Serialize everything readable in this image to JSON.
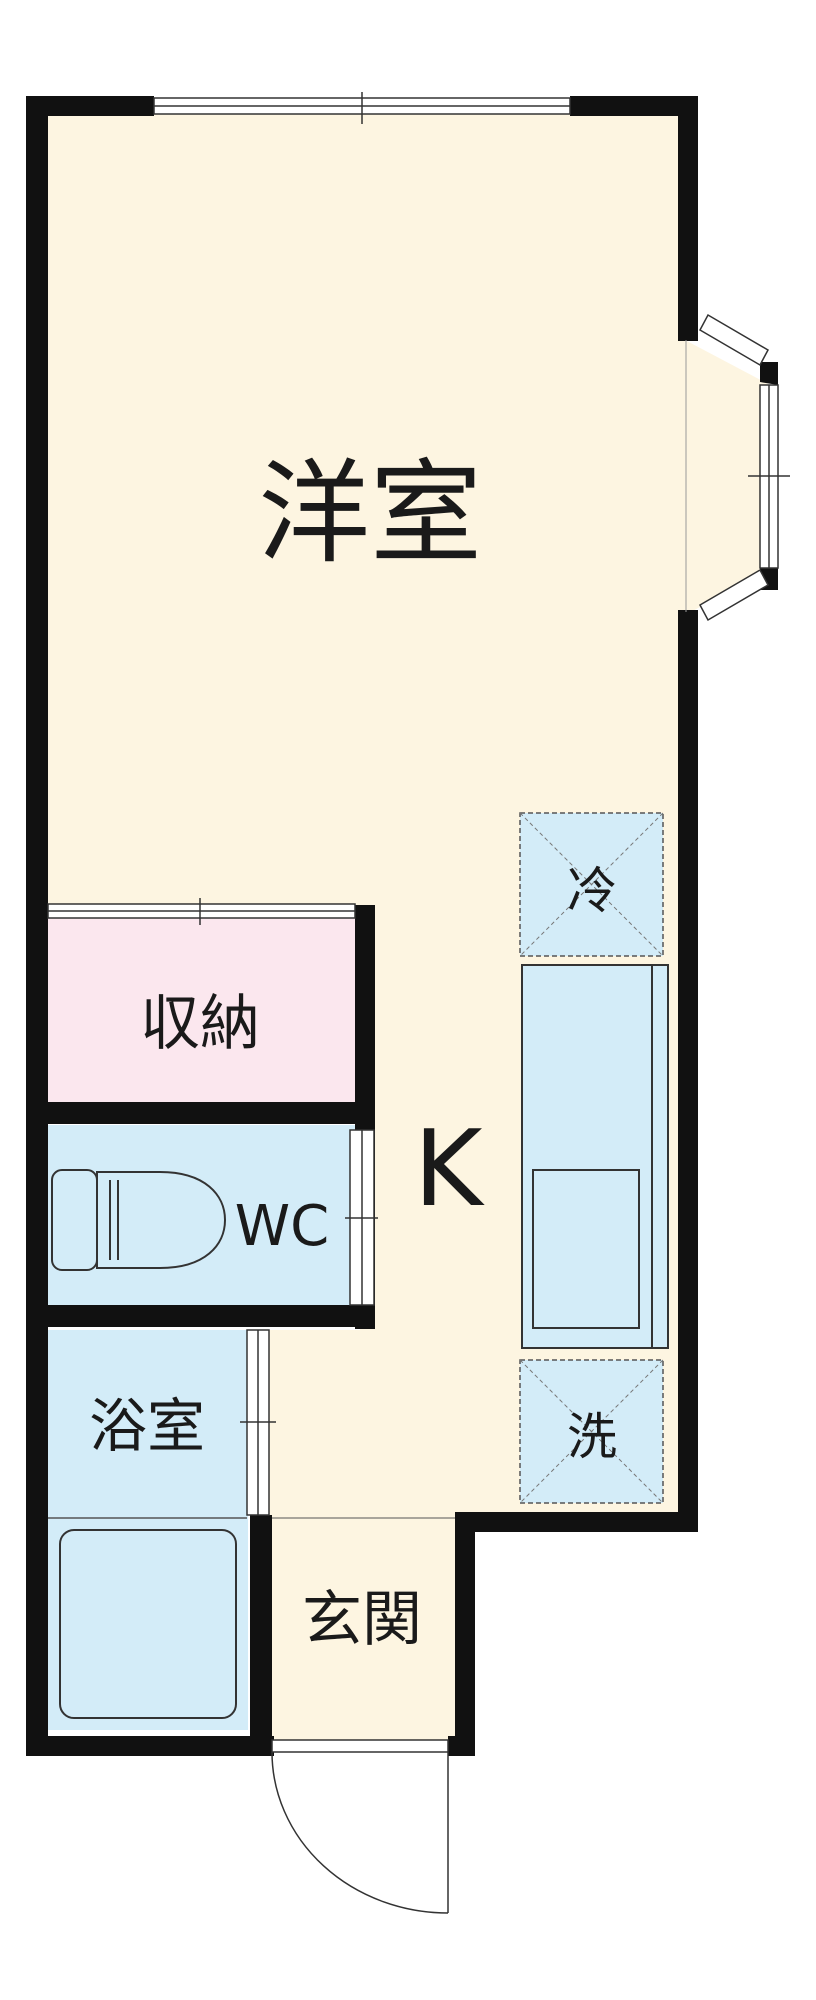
{
  "rooms": {
    "western_room": "洋室",
    "storage": "収納",
    "toilet": "WC",
    "kitchen": "K",
    "bathroom": "浴室",
    "entrance": "玄関",
    "fridge_space": "冷",
    "washer_space": "洗"
  },
  "colors": {
    "floor": "#fdf5e1",
    "storage": "#fbe7ee",
    "wet_area": "#d3ecf8",
    "wall": "#111111"
  }
}
